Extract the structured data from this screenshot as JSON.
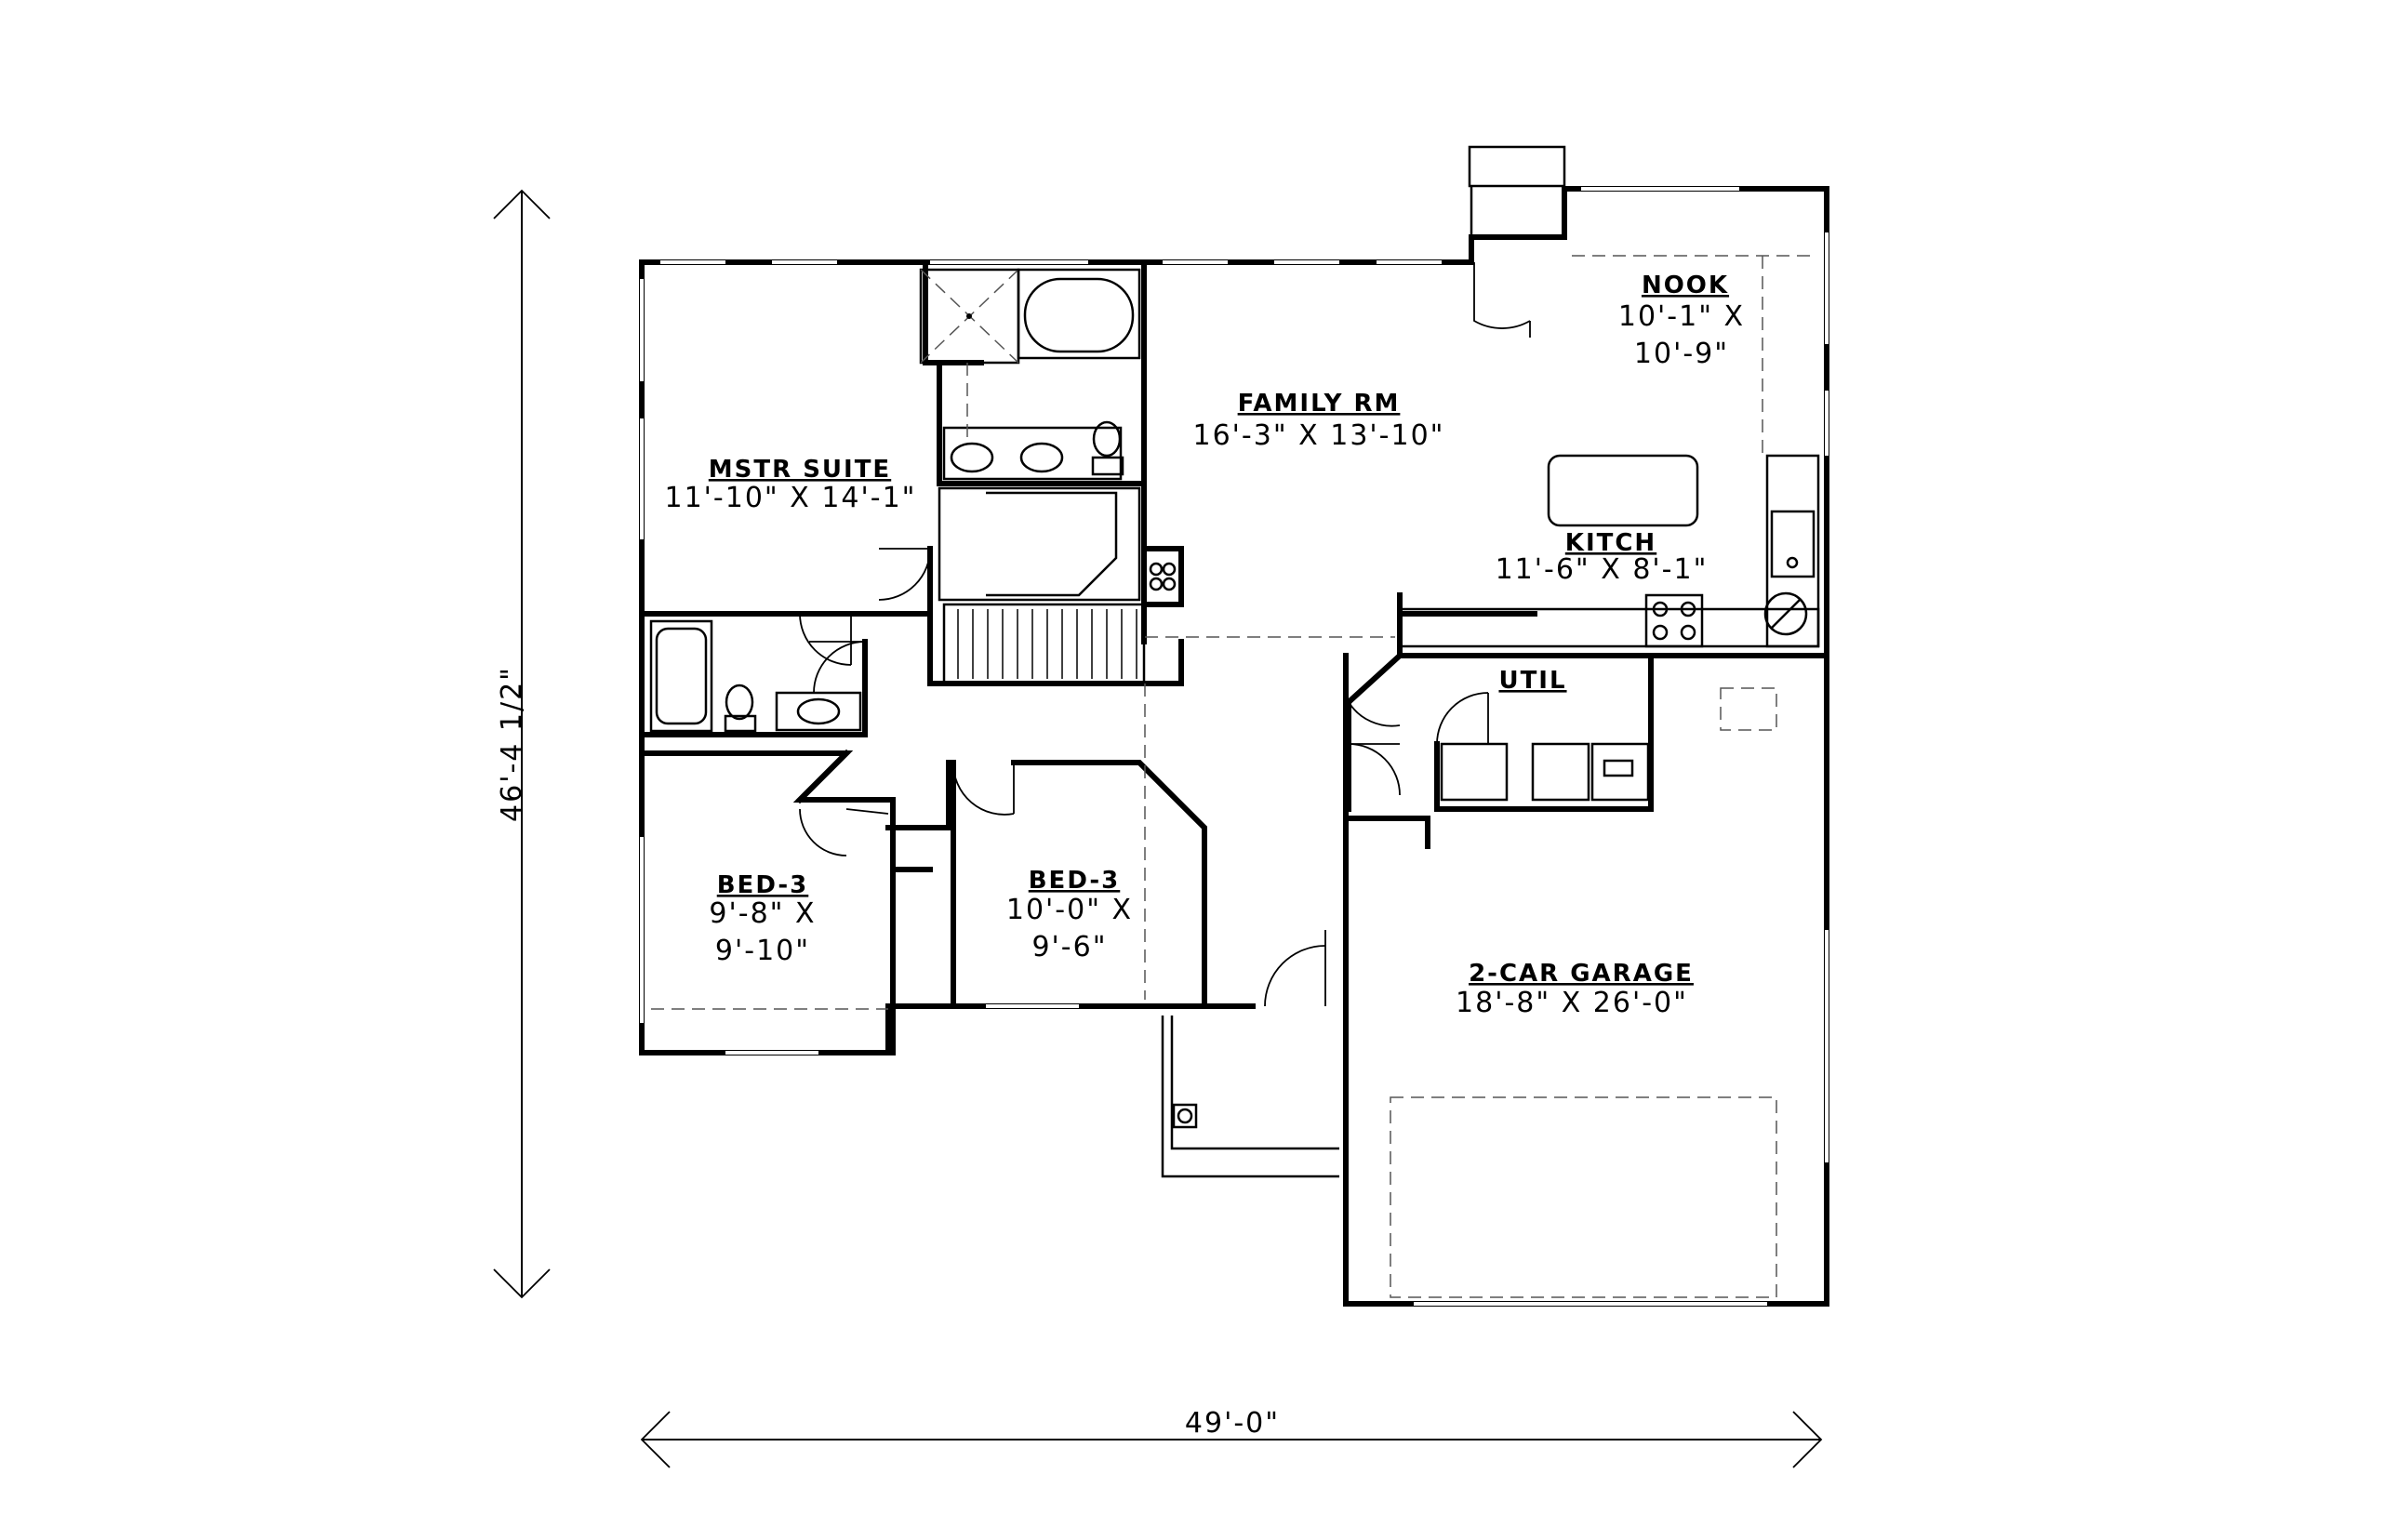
{
  "overall": {
    "width_label": "49'-0\"",
    "depth_label": "46'-4 1/2\""
  },
  "rooms": {
    "nook": {
      "name": "NOOK",
      "dim1": "10'-1\" X",
      "dim2": "10'-9\""
    },
    "family": {
      "name": "FAMILY RM",
      "dim": "16'-3\" X 13'-10\""
    },
    "master": {
      "name": "MSTR SUITE",
      "dim": "11'-10\" X 14'-1\""
    },
    "kitchen": {
      "name": "KITCH",
      "dim": "11'-6\" X 8'-1\""
    },
    "util": {
      "name": "UTIL"
    },
    "bed_left": {
      "name": "BED-3",
      "dim1": "9'-8\" X",
      "dim2": "9'-10\""
    },
    "bed_mid": {
      "name": "BED-3",
      "dim1": "10'-0\" X",
      "dim2": "9'-6\""
    },
    "garage": {
      "name": "2-CAR GARAGE",
      "dim": "18'-8\" X 26'-0\""
    }
  }
}
